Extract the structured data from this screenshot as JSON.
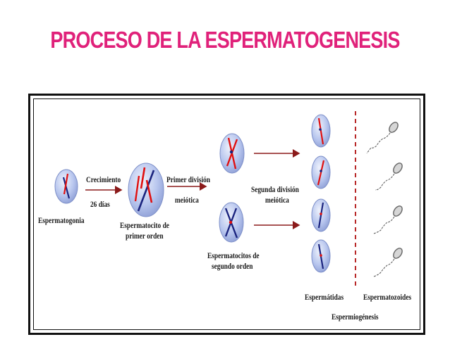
{
  "title": "PROCESO DE LA ESPERMATOGENESIS",
  "labels": {
    "espermatogonia": "Espermatogonia",
    "crecimiento": "Crecimiento",
    "dias": "26 días",
    "espermatocito_primer_1": "Espermatocito de",
    "espermatocito_primer_2": "primer orden",
    "primer_division_1": "Primer división",
    "primer_division_2": "meiótica",
    "segunda_division_1": "Segunda división",
    "segunda_division_2": "meiótica",
    "espermatocitos_segundo_1": "Espermatocitos de",
    "espermatocitos_segundo_2": "segundo orden",
    "espermatidas": "Espermátidas",
    "espermatozoides": "Espermatozoides",
    "espermiogenesis": "Espermiogénesis"
  },
  "colors": {
    "title": "#e0217a",
    "chromosome_red": "#e01010",
    "chromosome_blue": "#1a237e",
    "arrow": "#8b1a1a",
    "dashed_line": "#b01010",
    "cell_fill": "#b8c6ee"
  }
}
